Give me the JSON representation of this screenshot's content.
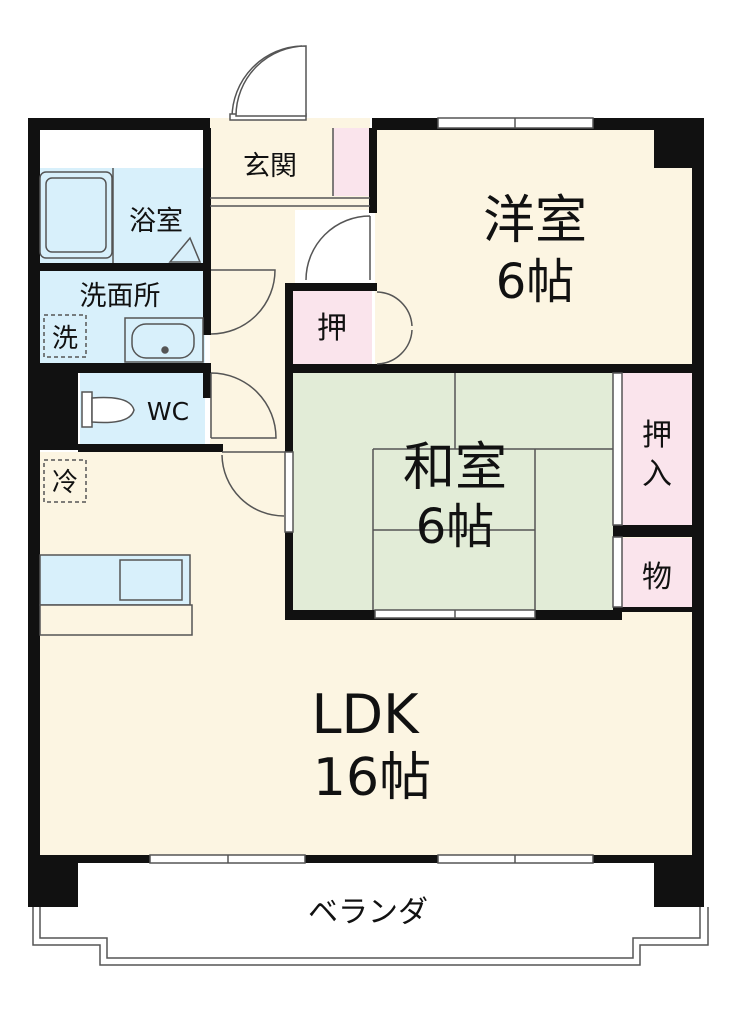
{
  "rooms": {
    "entrance": "玄関",
    "bath": "浴室",
    "washroom": "洗面所",
    "washer_mark": "洗",
    "toilet": "WC",
    "fridge_mark": "冷",
    "western_room": {
      "name": "洋室",
      "size": "6帖"
    },
    "japanese_room": {
      "name": "和室",
      "size": "6帖"
    },
    "ldk": {
      "name": "LDK",
      "size": "16帖"
    },
    "closet_small": "押",
    "closet_large_top": "押",
    "closet_large_bottom": "入",
    "storage": "物",
    "balcony": "ベランダ"
  },
  "colors": {
    "wall": "#111111",
    "western_floor": "#fcf5e2",
    "ldk_floor": "#fcf5e2",
    "tatami": "#e2ecd7",
    "closet": "#fae4ec",
    "wet_area": "#d8f0fb",
    "line": "#555555"
  }
}
